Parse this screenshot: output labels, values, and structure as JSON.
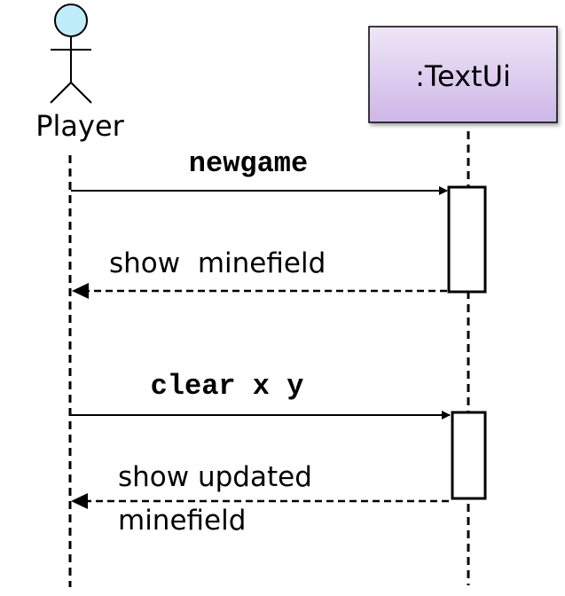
{
  "actor": {
    "name": "Player"
  },
  "object": {
    "name": ":TextUi"
  },
  "messages": [
    {
      "label": "newgame",
      "kind": "call"
    },
    {
      "label": "show  minefield",
      "kind": "return"
    },
    {
      "label": "clear x y",
      "kind": "call"
    },
    {
      "label_lines": [
        "show updated",
        "minefield"
      ],
      "kind": "return"
    }
  ],
  "colors": {
    "actor_head": "#bfeefa",
    "object_fill_top": "#efe6f8",
    "object_fill_bottom": "#cdb6e6",
    "line": "#000000"
  }
}
